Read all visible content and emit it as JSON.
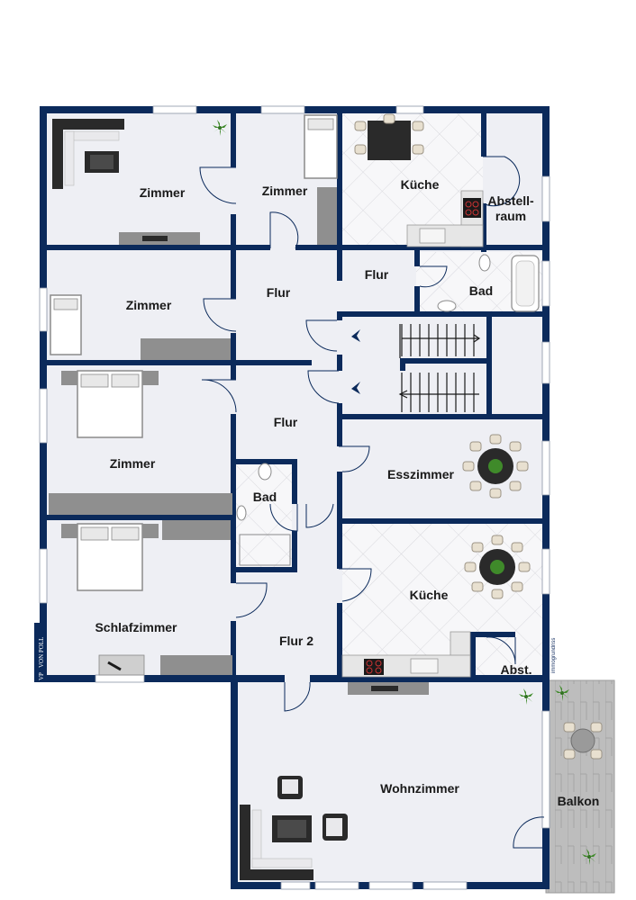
{
  "colors": {
    "wall": "#0b2a5b",
    "floor": "#eeeff4",
    "tile": "#f6f6f8",
    "furniture": "#8a8a8a",
    "dark_furniture": "#3a3a3a",
    "balcony": "#b9b9b9"
  },
  "rooms": {
    "zimmer_1": "Zimmer",
    "zimmer_2": "Zimmer",
    "kueche_1": "Küche",
    "abstellraum_line1": "Abstell-",
    "abstellraum_line2": "raum",
    "zimmer_3": "Zimmer",
    "flur_1": "Flur",
    "flur_2": "Flur",
    "bad_1": "Bad",
    "zimmer_4": "Zimmer",
    "flur_3": "Flur",
    "bad_2": "Bad",
    "esszimmer": "Esszimmer",
    "schlafzimmer": "Schlafzimmer",
    "flur_4": "Flur 2",
    "kueche_2": "Küche",
    "abst": "Abst.",
    "wohnzimmer": "Wohnzimmer",
    "balkon": "Balkon"
  },
  "logo": {
    "mark": "VP",
    "name": "VON POLL"
  },
  "watermark": "immogrundriss",
  "icons": {
    "plant": "plant-icon",
    "stair_arrow": "stair-arrow-icon",
    "stove": "stove-icon"
  }
}
